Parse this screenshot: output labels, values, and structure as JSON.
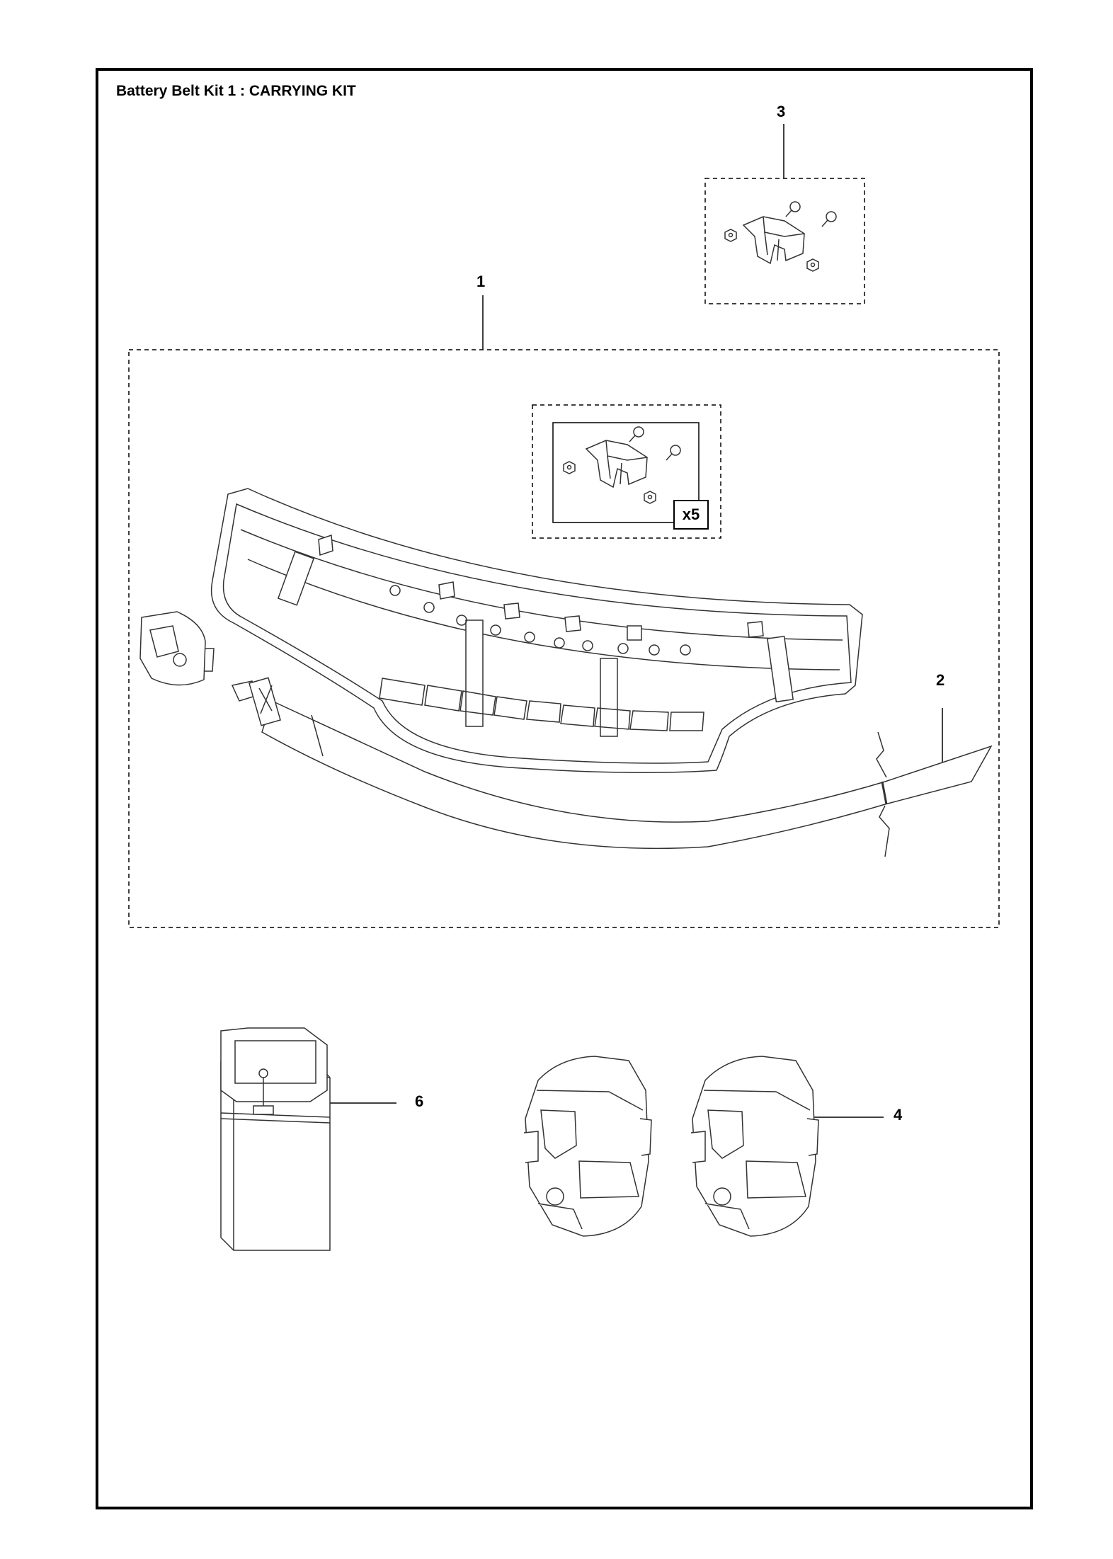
{
  "page": {
    "title": "Battery Belt Kit 1 : CARRYING KIT"
  },
  "callouts": {
    "item1": "1",
    "item2": "2",
    "item3": "3",
    "item4": "4",
    "item6": "6",
    "quantity_badge": "x5"
  },
  "colors": {
    "line": "#000000",
    "part_stroke": "#333333",
    "part_fill": "#ffffff",
    "shade": "#cfcfcf"
  }
}
